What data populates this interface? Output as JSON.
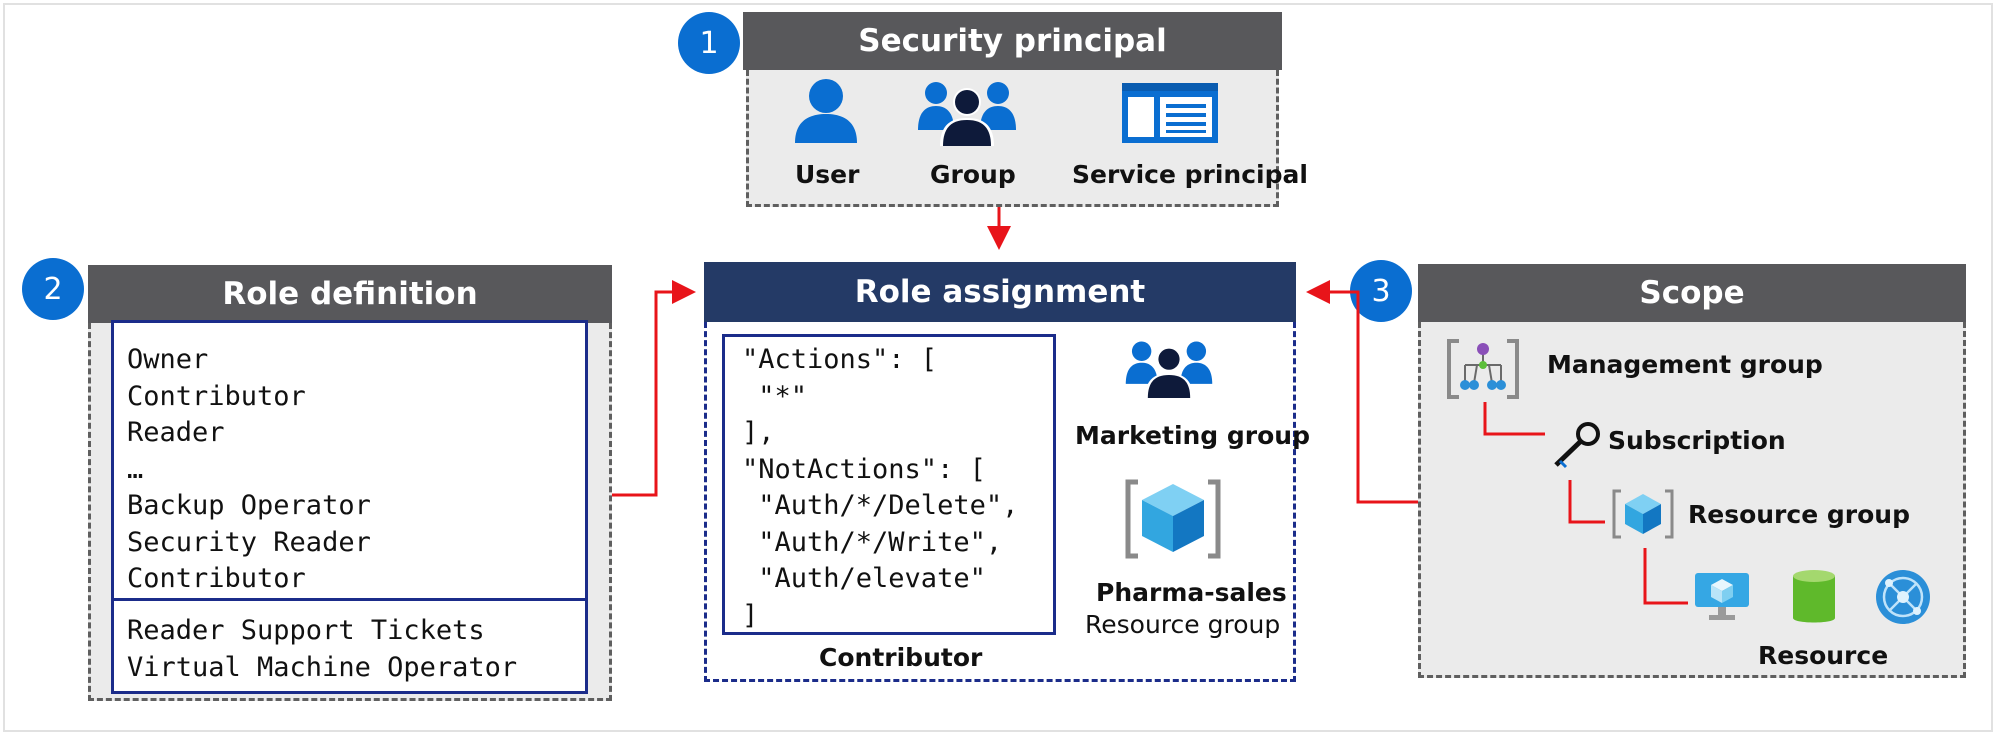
{
  "security_principal": {
    "badge": "1",
    "title": "Security principal",
    "items": [
      {
        "label": "User",
        "icon": "user-icon"
      },
      {
        "label": "Group",
        "icon": "group-icon"
      },
      {
        "label": "Service principal",
        "icon": "service-principal-icon"
      }
    ]
  },
  "role_definition": {
    "badge": "2",
    "title": "Role definition",
    "builtin_roles": [
      "Owner",
      "Contributor",
      "Reader",
      "…",
      "Backup Operator",
      "Security Reader",
      "Contributor"
    ],
    "custom_roles": [
      "Reader Support Tickets",
      "Virtual Machine Operator"
    ]
  },
  "role_assignment": {
    "title": "Role assignment",
    "code_lines": [
      "\"Actions\": [",
      " \"*\"",
      "],",
      "\"NotActions\": [",
      " \"Auth/*/Delete\",",
      " \"Auth/*/Write\",",
      " \"Auth/elevate\"",
      "]"
    ],
    "definition_caption": "Contributor",
    "group_label": "Marketing group",
    "resource_group_name": "Pharma-sales",
    "resource_group_caption": "Resource group"
  },
  "scope": {
    "badge": "3",
    "title": "Scope",
    "levels": [
      {
        "label": "Management group",
        "icon": "management-group-icon"
      },
      {
        "label": "Subscription",
        "icon": "key-icon"
      },
      {
        "label": "Resource group",
        "icon": "resource-group-icon"
      },
      {
        "label": "Resource",
        "icon": "resource-icons"
      }
    ]
  },
  "colors": {
    "header_gray": "#58585b",
    "header_navy": "#243a66",
    "badge_blue": "#0a6ed1",
    "arrow_red": "#e8141a",
    "icon_blue": "#0a6ed1"
  }
}
